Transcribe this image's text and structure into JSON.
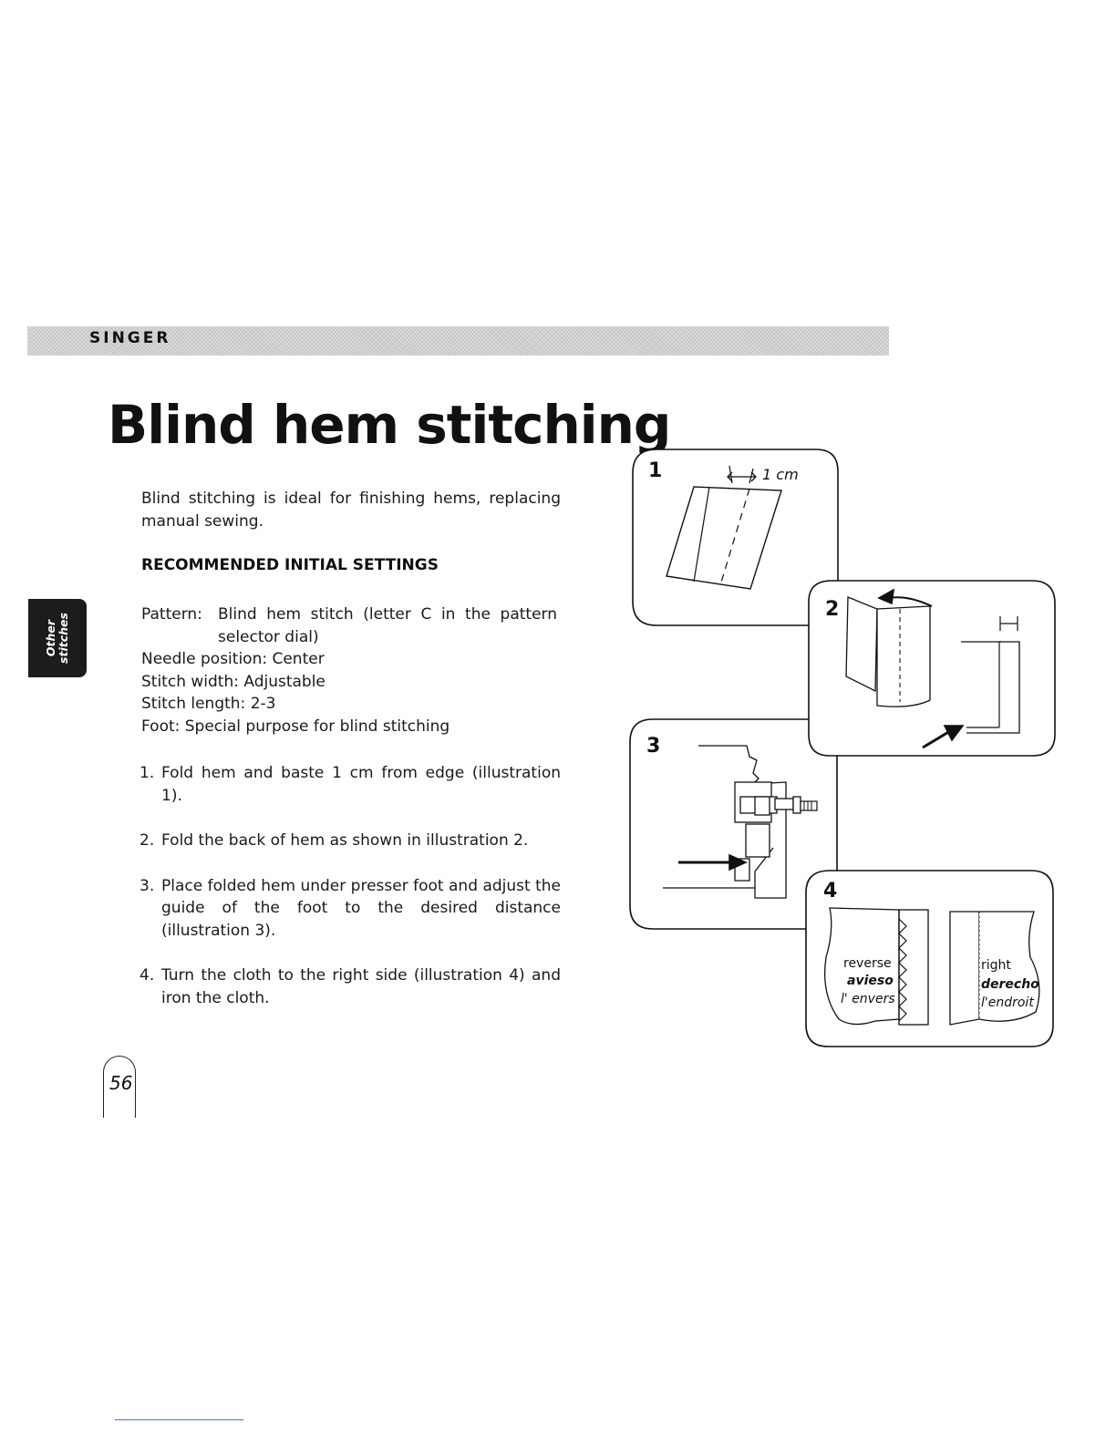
{
  "header": {
    "brand": "SINGER"
  },
  "page": {
    "title": "Blind hem stitching",
    "number": "56"
  },
  "side_tab": {
    "line1": "Other",
    "line2": "stitches"
  },
  "intro": "Blind stitching is ideal for finishing hems, replacing manual sewing.",
  "section_heading": "RECOMMENDED INITIAL SETTINGS",
  "settings": {
    "pattern_label": "Pattern:",
    "pattern_value": "Blind hem stitch (letter C in the pattern",
    "pattern_value_2": "selector dial)",
    "needle": "Needle position: Center",
    "width": "Stitch width: Adjustable",
    "length": "Stitch length: 2-3",
    "foot": "Foot: Special purpose for blind stitching"
  },
  "steps": [
    {
      "num": "1.",
      "text": "Fold hem and baste 1 cm from edge (illustration 1)."
    },
    {
      "num": "2.",
      "text": "Fold the back of hem as shown in illustration 2."
    },
    {
      "num": "3.",
      "text": "Place folded hem under presser foot and adjust the guide of the foot to the desired distance (illustration 3)."
    },
    {
      "num": "4.",
      "text": "Turn the cloth to the right side (illustration 4) and iron the cloth."
    }
  ],
  "illustrations": {
    "n1": "1",
    "n2": "2",
    "n3": "3",
    "n4": "4",
    "measure": "1 cm",
    "reverse": "reverse",
    "avieso": "avieso",
    "envers": "l' envers",
    "right": "right",
    "derecho": "derecho",
    "endroit": "l'endroit"
  }
}
